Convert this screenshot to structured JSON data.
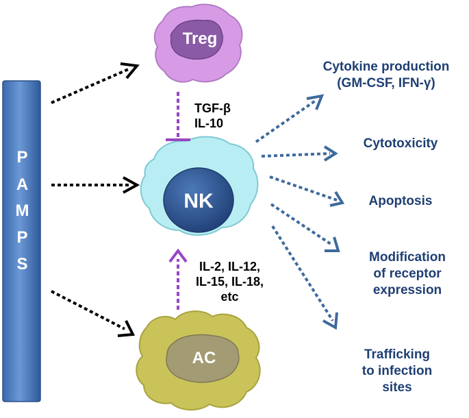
{
  "pamps": {
    "letters": [
      "P",
      "A",
      "M",
      "P",
      "S"
    ]
  },
  "cells": {
    "treg": {
      "label": "Treg"
    },
    "nk": {
      "label": "NK"
    },
    "ac": {
      "label": "AC"
    }
  },
  "cytokines": {
    "inhibitory": [
      "TGF-β",
      "IL-10"
    ],
    "activating": [
      "IL-2, IL-12,",
      "IL-15, IL-18,",
      "etc"
    ]
  },
  "outcomes": [
    {
      "lines": [
        "Cytokine production",
        "(GM-CSF, IFN-γ)"
      ]
    },
    {
      "lines": [
        "Cytotoxicity"
      ]
    },
    {
      "lines": [
        "Apoptosis"
      ]
    },
    {
      "lines": [
        "Modification",
        "of receptor",
        "expression"
      ]
    },
    {
      "lines": [
        "Trafficking",
        "to infection",
        "sites"
      ]
    }
  ],
  "colors": {
    "pamps_bar": "#4f7fc4",
    "treg": "#d79be6",
    "treg_nucleus": "#8a5aa6",
    "nk": "#b8eef3",
    "nk_nucleus": "#2e5596",
    "ac": "#c9c35a",
    "ac_nucleus": "#a39b73",
    "inhibitory_arrow": "#9a45c4",
    "outcome_arrow": "#3e6a9c",
    "outcome_text": "#1f3f73"
  }
}
